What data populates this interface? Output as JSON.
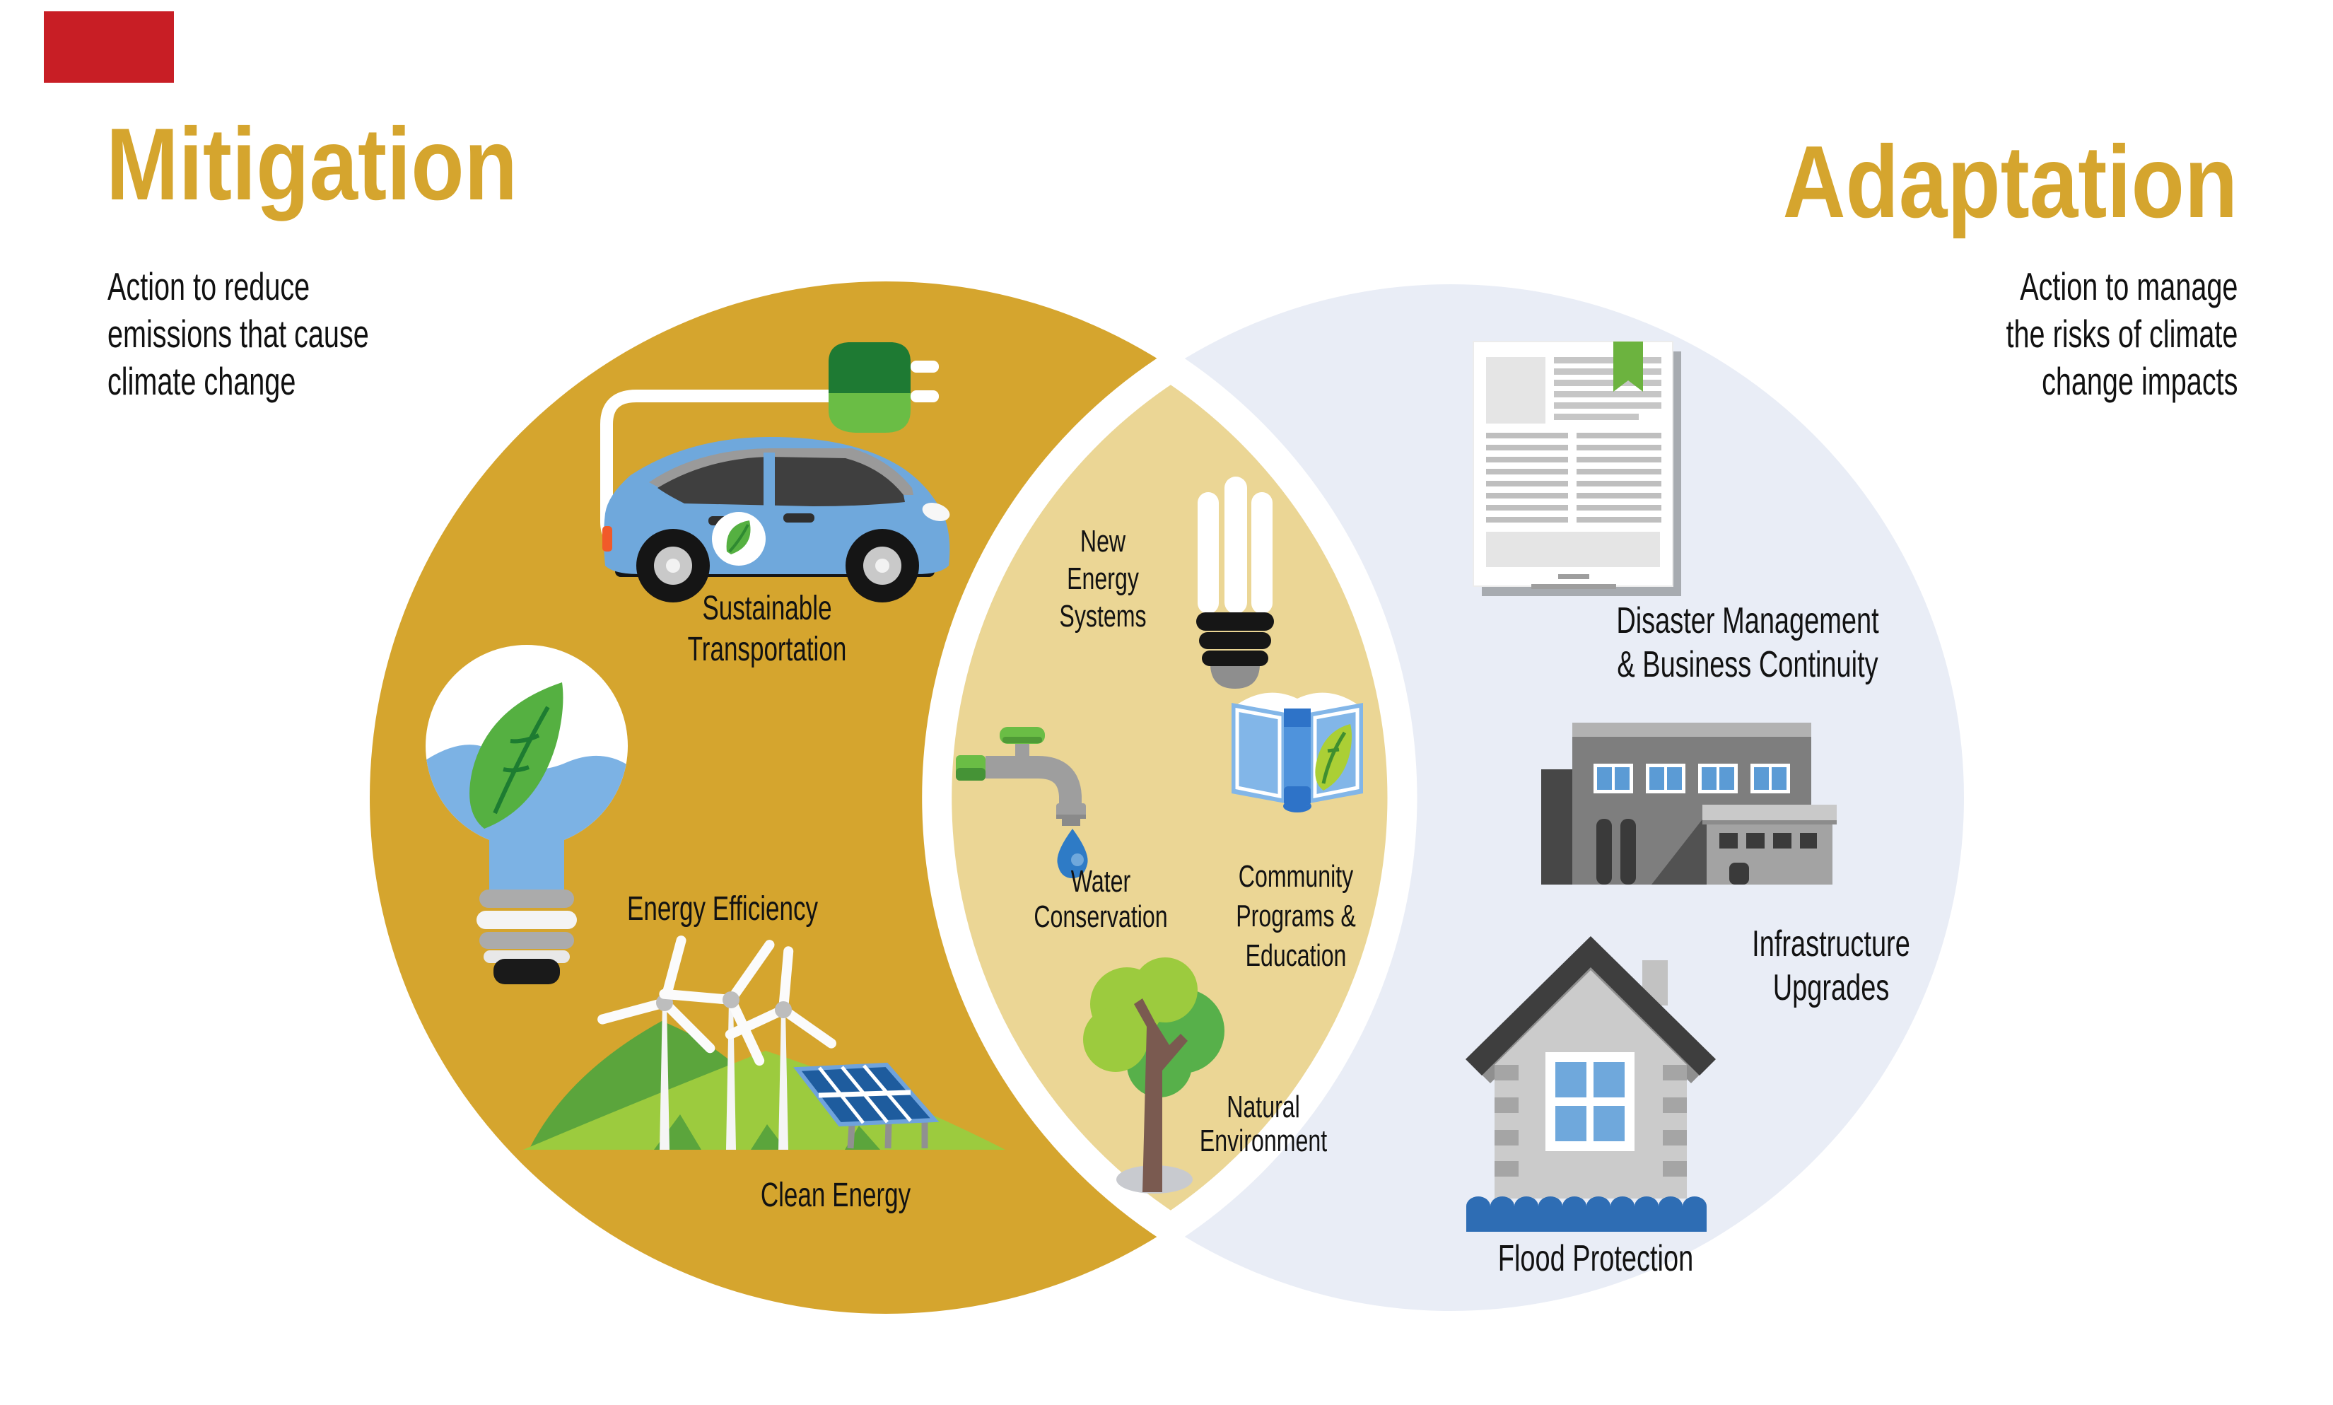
{
  "marker": {
    "note": "red rectangle marker"
  },
  "colors": {
    "gold_circle": "#D5A52E",
    "overlap_tan": "#EBD695",
    "blue_circle": "#E9EDF6",
    "title_gold": "#D5A52E",
    "text_black": "#121212",
    "white_gap": "#FFFFFF",
    "leaf_green": "#55B041",
    "plug_dark_green": "#1E7A33",
    "plug_light_green": "#6ABD45",
    "car_blue": "#6FA8DC",
    "hill_dark": "#5BA53C",
    "hill_light": "#9CCB3E",
    "water_blue": "#2E6DB4",
    "flood_blue": "#2E7BC6"
  },
  "venn": {
    "left": {
      "title": "Mitigation",
      "desc": [
        "Action to reduce",
        "emissions that cause",
        "climate change"
      ],
      "items": [
        {
          "icon": "electric-car-charging",
          "lines": [
            "Sustainable",
            "Transportation"
          ]
        },
        {
          "icon": "lightbulb-with-leaf",
          "lines": [
            "Energy Efficiency"
          ]
        },
        {
          "icon": "wind-turbines-solar-panel",
          "lines": [
            "Clean Energy"
          ]
        }
      ]
    },
    "middle": {
      "items": [
        {
          "icon": "cfl-bulb",
          "lines": [
            "New",
            "Energy",
            "Systems"
          ]
        },
        {
          "icon": "water-tap-drop",
          "lines": [
            "Water",
            "Conservation"
          ]
        },
        {
          "icon": "open-book-leaf",
          "lines": [
            "Community",
            "Programs &",
            "Education"
          ]
        },
        {
          "icon": "tree",
          "lines": [
            "Natural",
            "Environment"
          ]
        }
      ]
    },
    "right": {
      "title": "Adaptation",
      "desc": [
        "Action to manage",
        "the risks of climate",
        "change impacts"
      ],
      "items": [
        {
          "icon": "document-report",
          "lines": [
            "Disaster Management",
            "& Business Continuity"
          ]
        },
        {
          "icon": "industrial-building",
          "lines": [
            "Infrastructure",
            "Upgrades"
          ]
        },
        {
          "icon": "flooded-house",
          "lines": [
            "Flood Protection"
          ]
        }
      ]
    }
  }
}
